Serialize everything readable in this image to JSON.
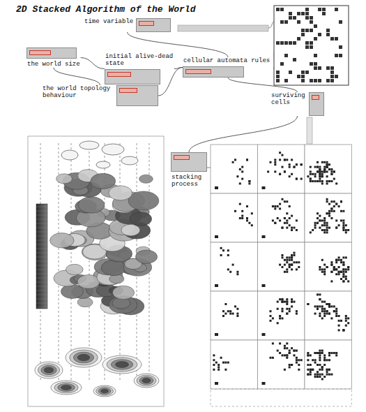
{
  "diagram": {
    "title": "2D Stacked Algorithm of the World",
    "nodes": [
      {
        "text": [
          "time variable"
        ]
      },
      {
        "text": [
          "the world size"
        ]
      },
      {
        "text": [
          "initial alive-dead state"
        ]
      },
      {
        "text": [
          "the world topology behaviour"
        ]
      },
      {
        "text": [
          "cellular automata rules"
        ]
      },
      {
        "text": [
          "surviving cells"
        ]
      },
      {
        "text": [
          "stacking process"
        ]
      }
    ],
    "edges": [
      {
        "from": 0,
        "to": 4,
        "arrow": "none"
      },
      {
        "from": 1,
        "to": 2,
        "arrow": "none"
      },
      {
        "from": 1,
        "to": 3,
        "arrow": "none"
      },
      {
        "from": 2,
        "to": 4,
        "arrow": "none"
      },
      {
        "from": 3,
        "to": 4,
        "arrow": "none"
      },
      {
        "from": 4,
        "to": 5,
        "arrow": "none"
      },
      {
        "from": 5,
        "to": 6,
        "arrow": "none"
      }
    ]
  }
}
